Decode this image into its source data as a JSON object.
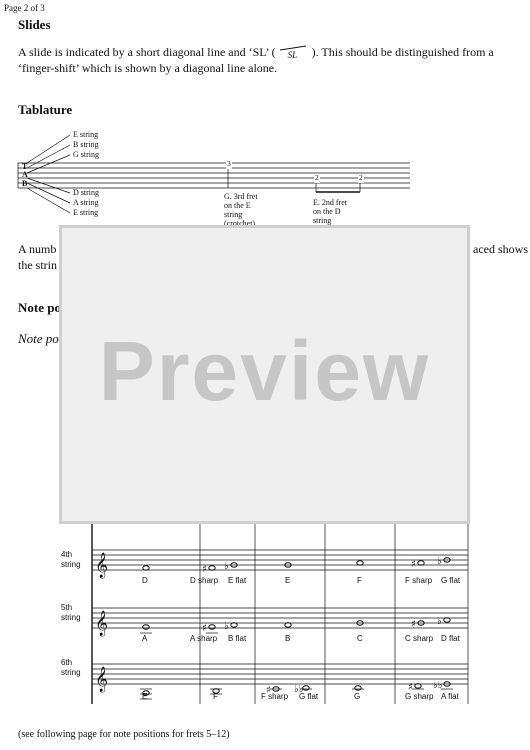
{
  "page_number": "Page 2 of 3",
  "slides": {
    "heading": "Slides",
    "line1_part1": "A slide is indicated by a short diagonal line and ‘SL’ (",
    "sl_symbol": "SL",
    "line1_part2": "). This should be distinguished from a",
    "line2": "‘finger-shift’ which is shown by a diagonal line alone."
  },
  "tablature": {
    "heading": "Tablature",
    "tab_letters": [
      "T",
      "A",
      "B"
    ],
    "upper_strings": [
      "E string",
      "B string",
      "G string"
    ],
    "lower_strings": [
      "D string",
      "A string",
      "E string"
    ],
    "examples": [
      {
        "fret": "3",
        "caption": [
          "G. 3rd fret",
          "on the E",
          "string",
          "(crotchet)"
        ]
      },
      {
        "fret": "2",
        "fret2": "2",
        "caption": [
          "E. 2nd fret",
          "on the D",
          "string"
        ]
      }
    ]
  },
  "para_fragment": {
    "start": "A numb",
    "end": "aced shows",
    "line2": "the strin"
  },
  "note_positions": {
    "heading": "Note po",
    "subheading": "Note po"
  },
  "preview": {
    "label": "Preview"
  },
  "strings": [
    {
      "label": [
        "4th",
        "string"
      ],
      "notes": [
        "D",
        "D sharp",
        "E flat",
        "E",
        "F",
        "F sharp",
        "G flat"
      ]
    },
    {
      "label": [
        "5th",
        "string"
      ],
      "notes": [
        "A",
        "A sharp",
        "B flat",
        "B",
        "C",
        "C sharp",
        "D flat"
      ]
    },
    {
      "label": [
        "6th",
        "string"
      ],
      "notes": [
        "E",
        "F",
        "F sharp",
        "G flat",
        "G",
        "G sharp",
        "A flat"
      ]
    }
  ],
  "footnote": "(see following page for note positions for frets 5–12)"
}
